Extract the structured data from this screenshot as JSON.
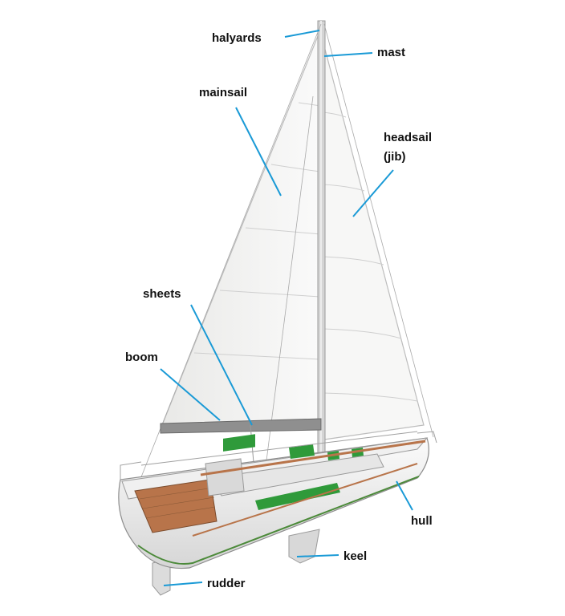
{
  "colors": {
    "leader": "#1a9ad6",
    "sail": "#f4f4f2",
    "sail_edge": "#bdbdbd",
    "hull": "#f2f2f2",
    "deck": "#b8744a",
    "window": "#2f9a3a",
    "mast": "#cfcfcf"
  },
  "labels": {
    "halyards": "halyards",
    "mast": "mast",
    "mainsail": "mainsail",
    "headsail_line1": "headsail",
    "headsail_line2": "(jib)",
    "sheets": "sheets",
    "boom": "boom",
    "hull": "hull",
    "keel": "keel",
    "rudder": "rudder"
  }
}
